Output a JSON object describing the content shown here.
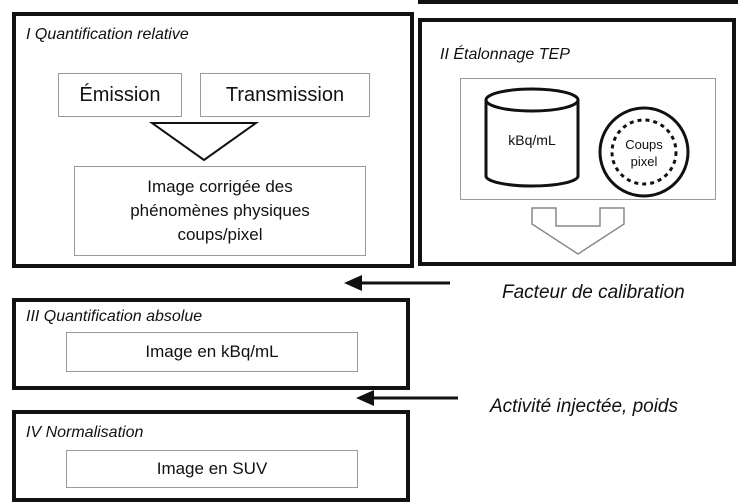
{
  "panel1": {
    "title": "I Quantification relative",
    "emission": "Émission",
    "transmission": "Transmission",
    "corrected_image_lines": [
      "Image corrigée des",
      "phénomènes physiques",
      "coups/pixel"
    ]
  },
  "panel2": {
    "title": "II Étalonnage TEP",
    "cylinder_label": "kBq/mL",
    "pixel_label_lines": [
      "Coups",
      "pixel"
    ]
  },
  "panel3": {
    "title": "III Quantification absolue",
    "image_label": "Image en kBq/mL"
  },
  "panel4": {
    "title": "IV Normalisation",
    "image_label": "Image en SUV"
  },
  "calibration_factor": "Facteur de calibration",
  "injected_activity": "Activité injectée, poids"
}
